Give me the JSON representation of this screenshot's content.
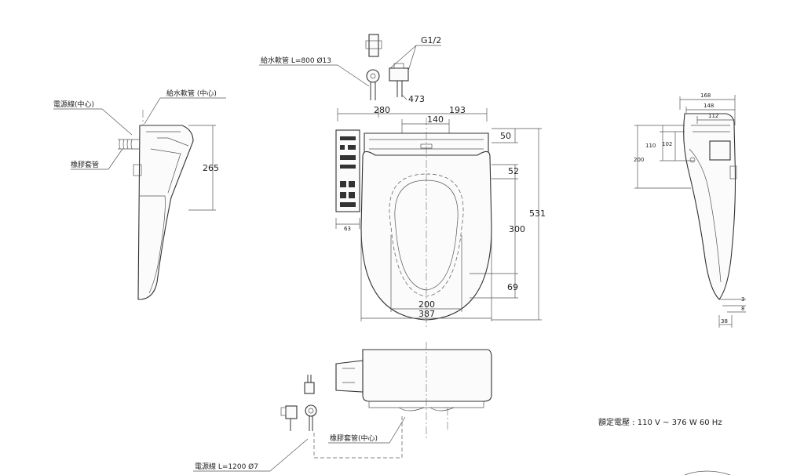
{
  "labels": {
    "power_cord_center": "電源線(中心)",
    "supply_hose_center": "給水軟管 (中心)",
    "rubber_sleeve": "橡膠套管",
    "supply_hose_spec": "給水軟管 L=800 Ø13",
    "thread": "G1/2",
    "rubber_sleeve_center": "橡膠套管(中心)",
    "power_cord_spec": "電源線 L=1200 Ø7",
    "rated": "額定電壓 : 110 V ~ 376 W   60 Hz"
  },
  "dimensions": {
    "side_height": "265",
    "top_280": "280",
    "top_193": "193",
    "top_473": "473",
    "top_140": "140",
    "right_50": "50",
    "right_52": "52",
    "right_531": "531",
    "right_300": "300",
    "right_69": "69",
    "bottom_200": "200",
    "bottom_387": "387",
    "panel_63": "63",
    "r_168": "168",
    "r_148": "148",
    "r_112": "112",
    "r_110": "110",
    "r_102": "102",
    "r_200": "200",
    "r_3": "3",
    "r_8": "8",
    "r_38": "38"
  }
}
